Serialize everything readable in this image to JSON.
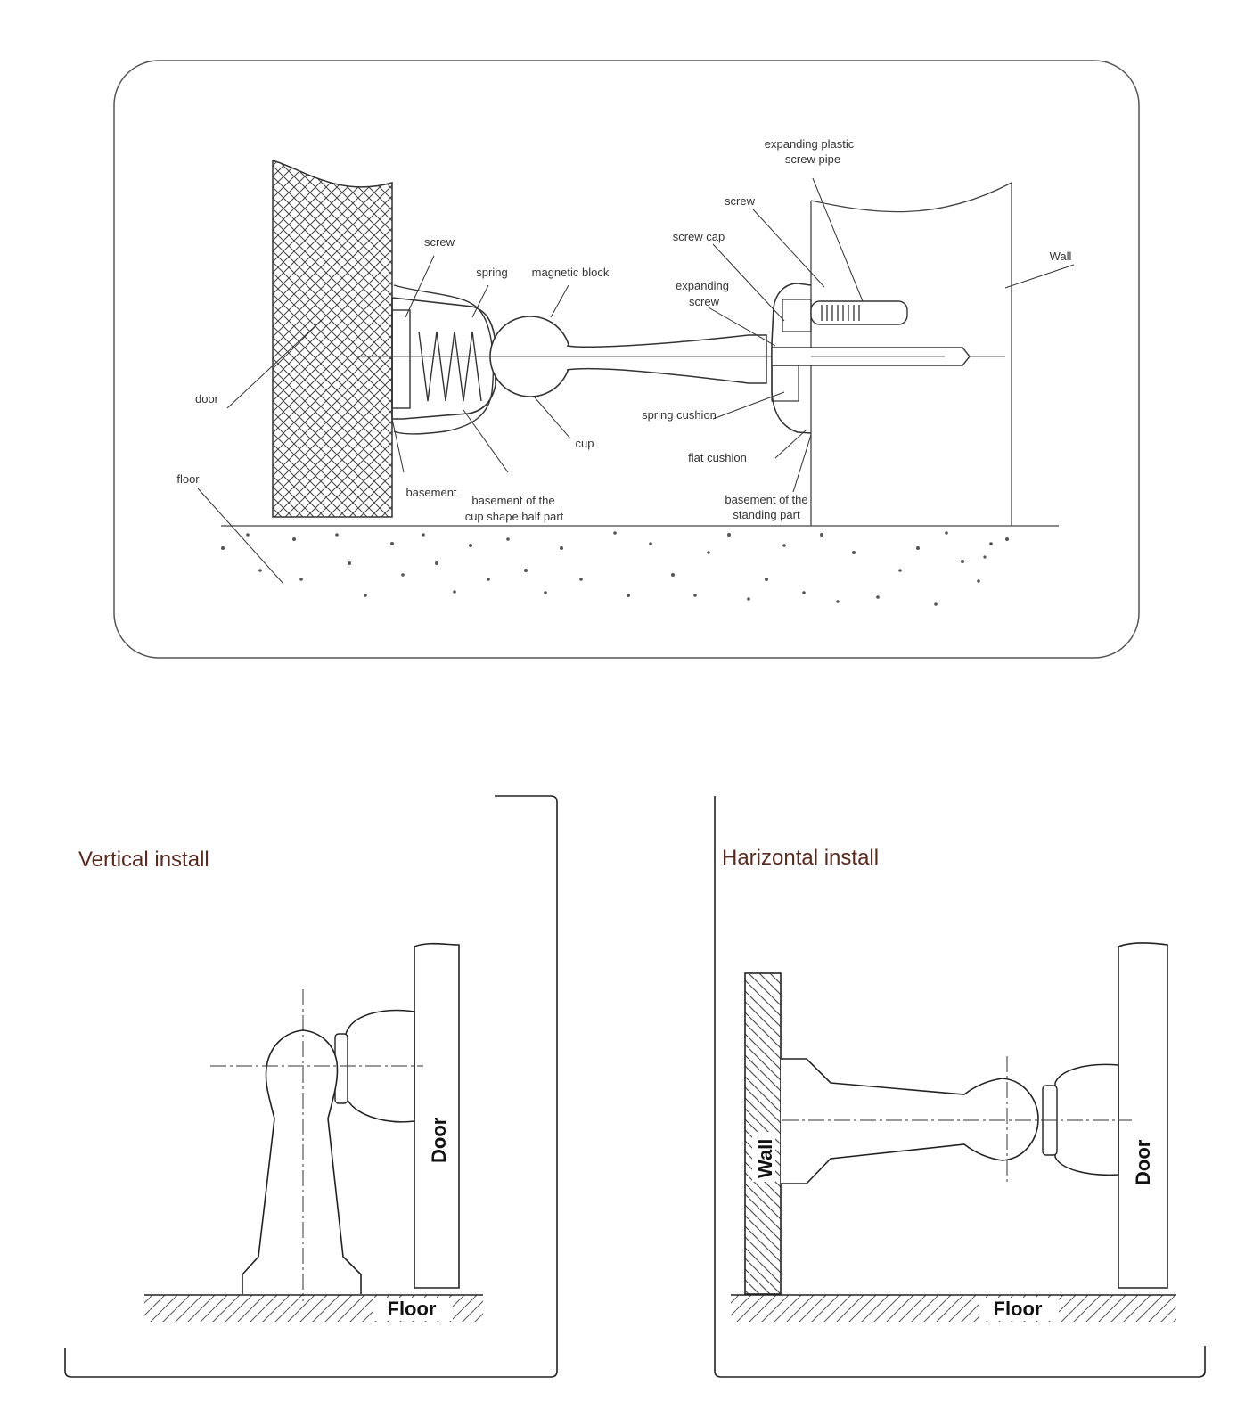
{
  "top_diagram": {
    "labels": {
      "expanding_plastic_screw_pipe_1": "expanding plastic",
      "expanding_plastic_screw_pipe_2": "screw pipe",
      "screw_right": "screw",
      "screw_cap": "screw cap",
      "expanding_screw_1": "expanding",
      "expanding_screw_2": "screw",
      "wall": "Wall",
      "screw_left": "screw",
      "spring": "spring",
      "magnetic_block": "magnetic block",
      "door": "door",
      "floor": "floor",
      "cup": "cup",
      "spring_cushion": "spring cushion",
      "flat_cushion": "flat cushion",
      "basement": "basement",
      "basement_cup_1": "basement of the",
      "basement_cup_2": "cup shape half part",
      "basement_standing_1": "basement of the",
      "basement_standing_2": "standing part"
    }
  },
  "vertical_panel": {
    "title": "Vertical install",
    "door_label": "Door",
    "floor_label": "Floor"
  },
  "horizontal_panel": {
    "title": "Harizontal install",
    "wall_label": "Wall",
    "door_label": "Door",
    "floor_label": "Floor"
  }
}
